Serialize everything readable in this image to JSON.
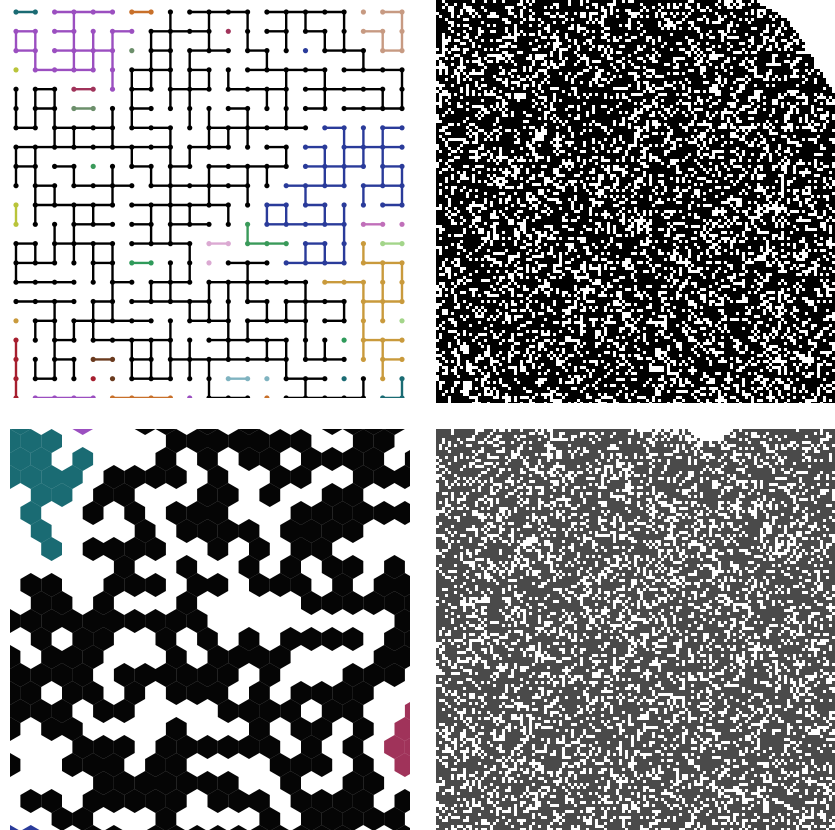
{
  "figure": {
    "panels": [
      {
        "id": "bond-percolation",
        "kind": "square-lattice bond percolation, clusters colored"
      },
      {
        "id": "fractal-cluster-a",
        "kind": "large-scale percolation cluster, black"
      },
      {
        "id": "hex-site-percolation",
        "kind": "hexagonal site percolation, clusters colored"
      },
      {
        "id": "fractal-cluster-b",
        "kind": "large-scale percolation cluster, gray"
      }
    ]
  },
  "colors": {
    "background": "#ffffff",
    "spanning_cluster": "#000000",
    "cluster_b_gray": "#4a4a4a",
    "clusters": [
      "#1a6b73",
      "#9b4fc0",
      "#c8702a",
      "#c79a82",
      "#a0335a",
      "#6c8f6b",
      "#2a3b9a",
      "#b9c43a",
      "#3a9a5a",
      "#c06fb9",
      "#dba9d2",
      "#c99a3c",
      "#a3d58a",
      "#2f9a5a",
      "#a61e2e",
      "#6a3a1e",
      "#7fb3c0"
    ]
  }
}
